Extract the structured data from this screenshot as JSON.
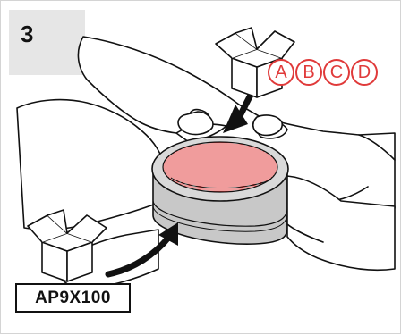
{
  "step": {
    "number": "3"
  },
  "part_number": "AP9X100",
  "variants": [
    "A",
    "B",
    "C",
    "D"
  ],
  "colors": {
    "accent_red": "#e03a3a",
    "tab_gray": "#e6e6e6",
    "outline": "#111111"
  }
}
